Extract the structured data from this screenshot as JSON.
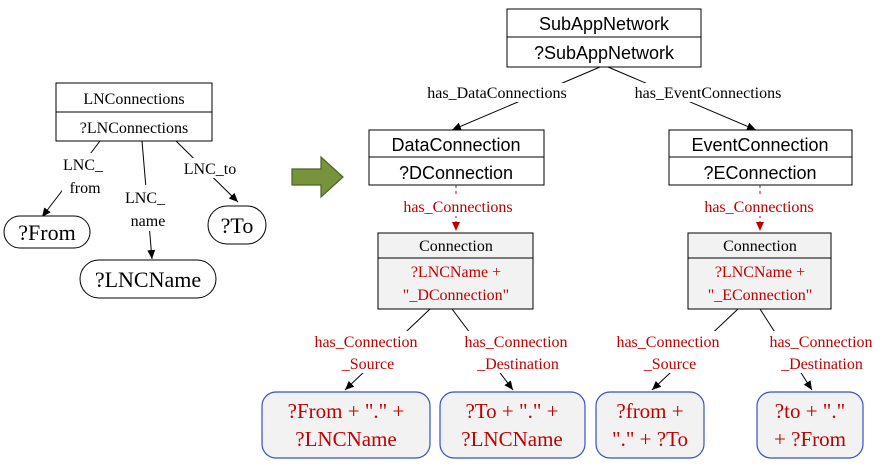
{
  "colors": {
    "black": "#000000",
    "red": "#c00000",
    "blue": "#3a4fc4",
    "arrow_green_fill": "#77933c",
    "arrow_green_stroke": "#4f6228",
    "shaded": "#f2f2f2"
  },
  "left": {
    "class_box": {
      "title": "LNConnections",
      "var": "?LNConnections"
    },
    "edges": {
      "from": [
        "LNC_",
        "from"
      ],
      "name": [
        "LNC_",
        "name"
      ],
      "to": "LNC_to"
    },
    "nodes": {
      "from": "?From",
      "name": "?LNCName",
      "to": "?To"
    }
  },
  "transform_arrow": {
    "icon": "right-arrow-icon"
  },
  "right": {
    "root": {
      "title": "SubAppNetwork",
      "var": "?SubAppNetwork"
    },
    "root_edges": {
      "data": "has_DataConnections",
      "event": "has_EventConnections"
    },
    "data_conn": {
      "title": "DataConnection",
      "var": "?DConnection"
    },
    "event_conn": {
      "title": "EventConnection",
      "var": "?EConnection"
    },
    "has_connections_label": "has_Connections",
    "data_connection": {
      "title": "Connection",
      "expr": [
        "?LNCName +",
        "\"_DConnection\""
      ]
    },
    "event_connection": {
      "title": "Connection",
      "expr": [
        "?LNCName +",
        "\"_EConnection\""
      ]
    },
    "source_label": [
      "has_Connection",
      "_Source"
    ],
    "destination_label": [
      "has_Connection",
      "_Destination"
    ],
    "results": {
      "data_source": [
        "?From + \".\" +",
        "?LNCName"
      ],
      "data_destination": [
        "?To + \".\" +",
        "?LNCName"
      ],
      "event_source": [
        "?from +",
        "\".\" + ?To"
      ],
      "event_destination": [
        "?to + \".\"",
        "+ ?From"
      ]
    }
  }
}
